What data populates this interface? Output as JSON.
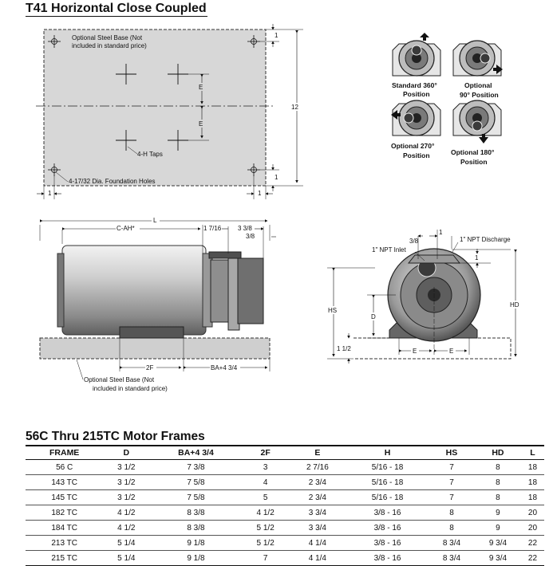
{
  "page": {
    "title": "T41 Horizontal Close Coupled",
    "table_title": "56C Thru 215TC Motor Frames"
  },
  "base_view": {
    "note_line1": "Optional Steel Base (Not",
    "note_line2": "included in standard price)",
    "taps": "4-H Taps",
    "holes": "4-17/32 Dia. Foundation Holes",
    "dim_e1": "E",
    "dim_e2": "E",
    "dim_12": "12",
    "dim_1_top": "1",
    "dim_1_bot": "1",
    "dim_1_left": "1",
    "dim_1_right": "1"
  },
  "positions": {
    "p360_line1": "Standard 360°",
    "p360_line2": "Position",
    "p90_line1": "Optional",
    "p90_line2": "90° Position",
    "p270_line1": "Optional 270°",
    "p270_line2": "Position",
    "p180_line1": "Optional 180°",
    "p180_line2": "Position"
  },
  "side_view": {
    "dim_l": "L",
    "dim_cah": "C-AH*",
    "dim_1716": "1 7/16",
    "dim_338": "3 3/8",
    "dim_38": "3/8",
    "dim_2f": "2F",
    "dim_ba": "BA+4 3/4",
    "note_line1": "Optional Steel Base (Not",
    "note_line2": "included in standard price)"
  },
  "end_view": {
    "dim_38": "3/8",
    "dim_1a": "1",
    "dim_1b": "1",
    "discharge": "1\" NPT Discharge",
    "inlet": "1\" NPT Inlet",
    "dim_hs": "HS",
    "dim_d": "D",
    "dim_hd": "HD",
    "dim_112": "1 1/2",
    "dim_e1": "E",
    "dim_e2": "E"
  },
  "table": {
    "columns": [
      "FRAME",
      "D",
      "BA+4 3/4",
      "2F",
      "E",
      "H",
      "HS",
      "HD",
      "L"
    ],
    "rows": [
      [
        "56 C",
        "3 1/2",
        "7 3/8",
        "3",
        "2 7/16",
        "5/16 - 18",
        "7",
        "8",
        "18"
      ],
      [
        "143 TC",
        "3 1/2",
        "7 5/8",
        "4",
        "2 3/4",
        "5/16 - 18",
        "7",
        "8",
        "18"
      ],
      [
        "145 TC",
        "3 1/2",
        "7 5/8",
        "5",
        "2 3/4",
        "5/16 - 18",
        "7",
        "8",
        "18"
      ],
      [
        "182 TC",
        "4 1/2",
        "8 3/8",
        "4 1/2",
        "3 3/4",
        "3/8 - 16",
        "8",
        "9",
        "20"
      ],
      [
        "184 TC",
        "4 1/2",
        "8 3/8",
        "5 1/2",
        "3 3/4",
        "3/8 - 16",
        "8",
        "9",
        "20"
      ],
      [
        "213 TC",
        "5 1/4",
        "9 1/8",
        "5 1/2",
        "4 1/4",
        "3/8 - 16",
        "8 3/4",
        "9 3/4",
        "22"
      ],
      [
        "215 TC",
        "5 1/4",
        "9 1/8",
        "7",
        "4 1/4",
        "3/8 - 16",
        "8 3/4",
        "9 3/4",
        "22"
      ]
    ]
  }
}
